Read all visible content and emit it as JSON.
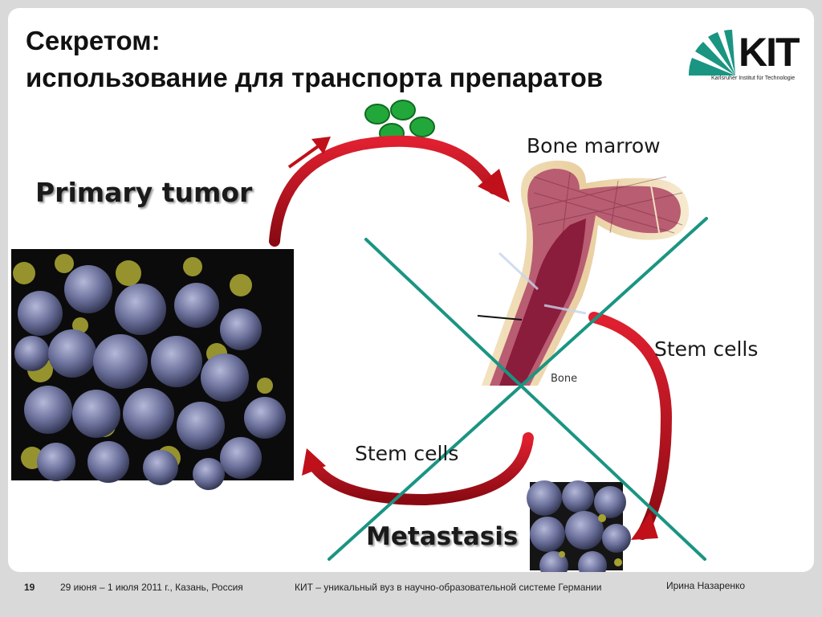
{
  "slide": {
    "title_line1": "Секретом:",
    "title_line2": "использование для транспорта препаратов"
  },
  "logo": {
    "text": "KIT",
    "subtitle": "Karlsruher Institut für Technologie"
  },
  "diagram": {
    "bone_marrow": "Bone marrow",
    "primary_tumor": "Primary tumor",
    "stem_cells_right": "Stem cells",
    "stem_cells_bottom": "Stem cells",
    "metastasis": "Metastasis",
    "bone_label": "Bone"
  },
  "footer": {
    "page_number": "19",
    "date_location": "29 июня – 1 июля 2011 г., Казань, Россия",
    "kit_slogan": "КИТ – уникальный вуз в научно-образовательной системе Германии",
    "author": "Ирина Назаренко"
  },
  "colors": {
    "arrow_red": "#c0101a",
    "cross_teal": "#1a9582",
    "cell_green": "#22a83a",
    "tumor_purple": "#6a6f9a",
    "tumor_yellow": "#a6a232",
    "marrow": "#a04058"
  },
  "icons": [
    "kit-logo-icon",
    "curved-arrow-icon",
    "green-cell-icon",
    "bone-illustration",
    "tumor-photo",
    "metastasis-photo",
    "cross-out-icon"
  ]
}
